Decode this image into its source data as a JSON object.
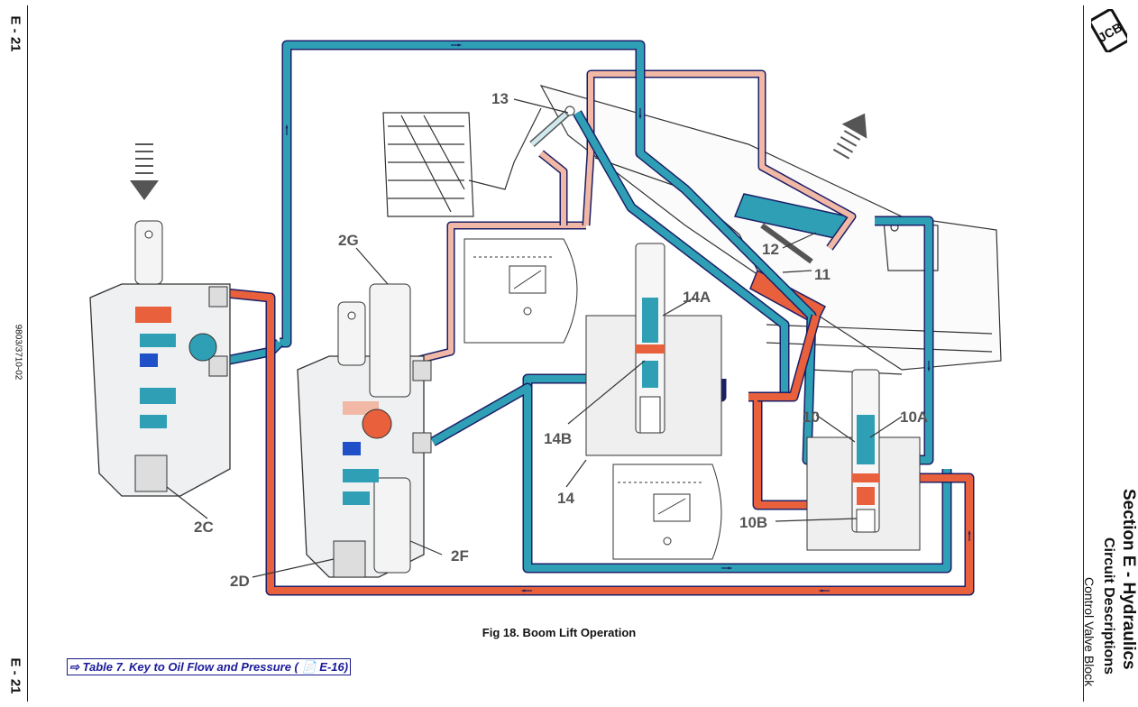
{
  "margin": {
    "page_number_top": "E - 21",
    "page_number_bottom": "E - 21",
    "doc_code": "9803/3710-02"
  },
  "header": {
    "logo_text": "JCB",
    "section_title": "Section E - Hydraulics",
    "section_subtitle": "Circuit Descriptions",
    "section_subsubtitle": "Control Valve Block"
  },
  "figure": {
    "caption": "Fig 18. Boom Lift Operation",
    "labels": {
      "l13": "13",
      "l12": "12",
      "l11": "11",
      "l2G": "2G",
      "l14A": "14A",
      "l14B": "14B",
      "l14": "14",
      "l10": "10",
      "l10A": "10A",
      "l10B": "10B",
      "l2C": "2C",
      "l2D": "2D",
      "l2F": "2F"
    },
    "colors": {
      "pressure": "#e8603c",
      "return": "#2f9fb5",
      "light_pressure": "#f2b8a6",
      "line_outline": "#1b1f66"
    }
  },
  "link": {
    "text": "⇨ Table 7. Key to Oil Flow and Pressure ( 📄 E-16)"
  }
}
